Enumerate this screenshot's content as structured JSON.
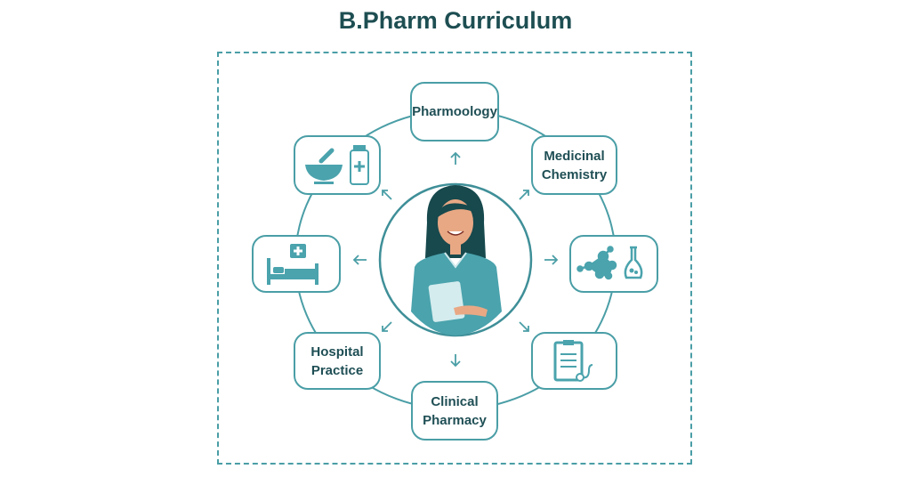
{
  "title": "B.Pharm Curriculum",
  "nodes": {
    "pharmacology": "Pharmoology",
    "medicinal_1": "Medicinal",
    "medicinal_2": "Chemistry",
    "hospital_1": "Hospital",
    "hospital_2": "Practice",
    "clinical_1": "Clinical",
    "clinical_2": "Pharmacy"
  },
  "icons": [
    "mortar-pestle-bottle-icon",
    "hospital-bed-icon",
    "molecule-flask-icon",
    "clipboard-stethoscope-icon",
    "pharmacist-illustration"
  ],
  "colors": {
    "accent": "#4a9ea6",
    "text": "#1d4e52"
  }
}
